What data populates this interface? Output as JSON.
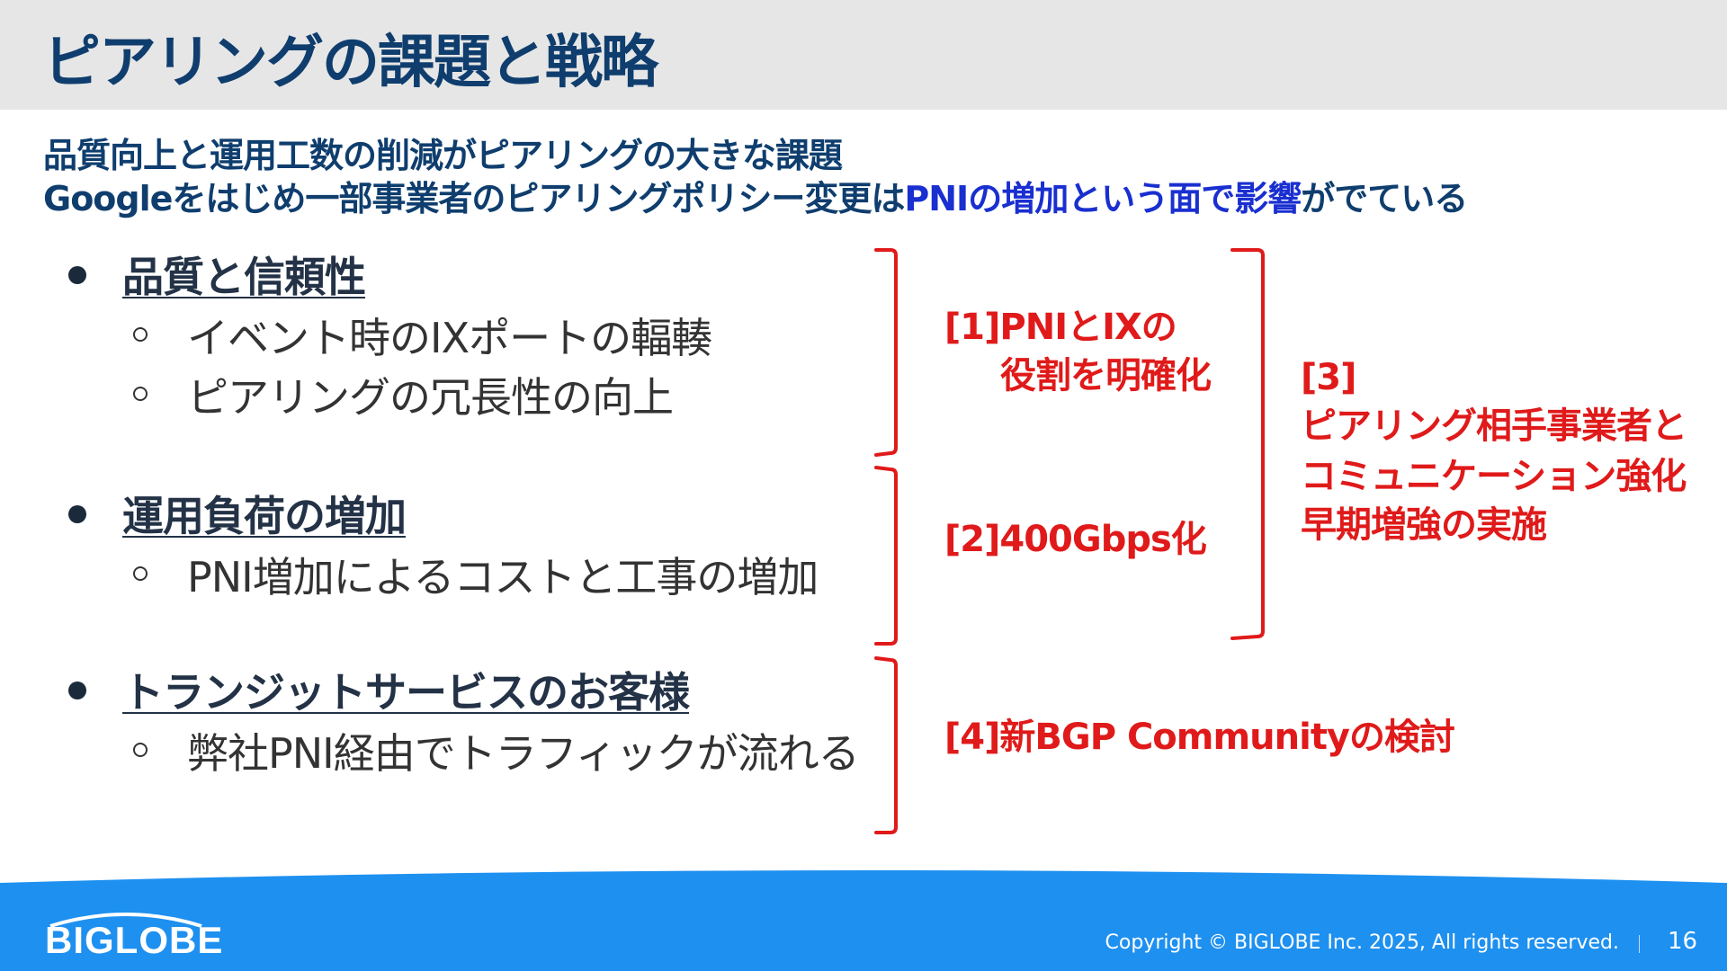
{
  "title": "ピアリングの課題と戦略",
  "subtitle": {
    "line1": "品質向上と運用工数の削減がピアリングの大きな課題",
    "line2_pre": "Googleをはじめ一部事業者のピアリングポリシー変更は",
    "line2_hl": "PNIの増加という面で影響",
    "line2_post": "がでている"
  },
  "sections": [
    {
      "heading": "品質と信頼性",
      "items": [
        "イベント時のIXポートの輻輳",
        "ピアリングの冗長性の向上"
      ]
    },
    {
      "heading": "運用負荷の増加",
      "items": [
        "PNI増加によるコストと工事の増加"
      ]
    },
    {
      "heading": "トランジットサービスのお客様",
      "items": [
        "弊社PNI経由でトラフィックが流れる"
      ]
    }
  ],
  "strategies": {
    "s1_line1": "[1]PNIとIXの",
    "s1_line2": "役割を明確化",
    "s2": "[2]400Gbps化",
    "s3_line1": "[3]",
    "s3_line2": "ピアリング相手事業者と",
    "s3_line3": "コミュニケーション強化",
    "s3_line4": "早期増強の実施",
    "s4": "[4]新BGP Communityの検討"
  },
  "footer": {
    "logo": "BIGLOBE",
    "copyright": "Copyright © BIGLOBE Inc. 2025, All rights reserved.",
    "page": "16"
  },
  "colors": {
    "title": "#0f3e6e",
    "highlight": "#1a2fd0",
    "strategy": "#e01a1a",
    "footer": "#1e90f0"
  }
}
